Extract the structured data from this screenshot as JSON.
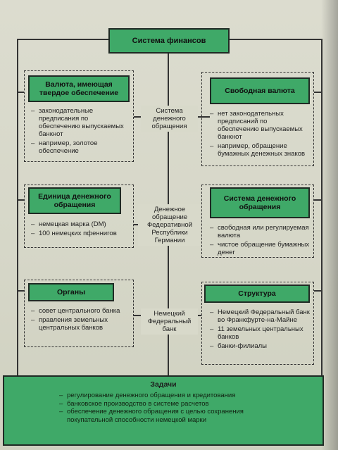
{
  "top_title": "Система финансов",
  "center_labels": {
    "currency": "Система денежного обращения",
    "frg": "Денежное обращение Федеративной Республики Германии",
    "bank": "Немецкий Федеральный банк"
  },
  "left": [
    {
      "title": "Валюта, имеющая твердое обеспечение",
      "items": [
        "законодательные предписания по обеспечению выпускаемых банкнот",
        "например, золотое обеспечение"
      ]
    },
    {
      "title": "Единица денежного обращения",
      "items": [
        "немецкая марка (DM)",
        "100 немецких пфеннигов"
      ]
    },
    {
      "title": "Органы",
      "items": [
        "совет центрального банка",
        "правления земельных центральных банков"
      ]
    }
  ],
  "right": [
    {
      "title": "Свободная валюта",
      "items": [
        "нет законодательных предписаний по обеспечению выпускаемых банкнот",
        "например, обращение бумажных денежных знаков"
      ]
    },
    {
      "title": "Система денежного обращения",
      "items": [
        "свободная или регулируемая валюта",
        "чистое обращение бумажных денег"
      ]
    },
    {
      "title": "Структура",
      "items": [
        "Немецкий Федеральный банк во Франкфурте-на-Майне",
        "11 земельных центральных банков",
        "банки-филиалы"
      ]
    }
  ],
  "tasks": {
    "title": "Задачи",
    "items": [
      "регулирование денежного обращения и кредитования",
      "банковское производство в системе расчетов",
      "обеспечение денежного обращения с целью сохранения покупательной способности немецкой марки"
    ]
  }
}
